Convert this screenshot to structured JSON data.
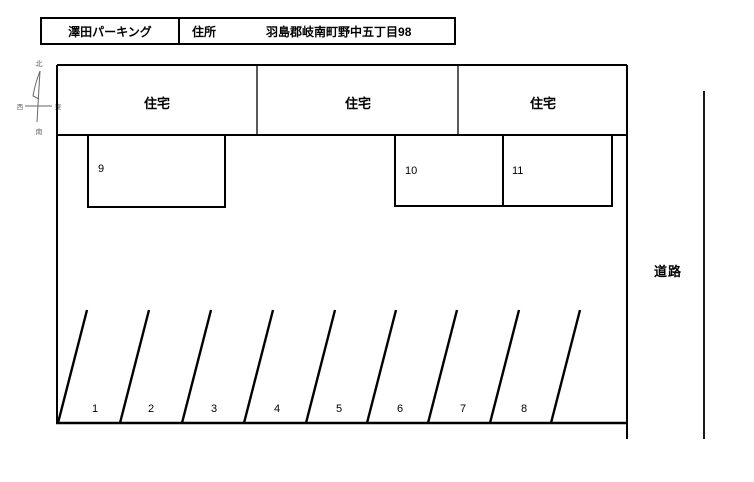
{
  "header": {
    "name": "澤田パーキング",
    "address_label": "住所",
    "address": "羽島郡岐南町野中五丁目98"
  },
  "compass": {
    "north": "北",
    "south": "南",
    "west": "西",
    "east": "東"
  },
  "map": {
    "houses": [
      {
        "label": "住宅"
      },
      {
        "label": "住宅"
      },
      {
        "label": "住宅"
      }
    ],
    "upper_spaces": [
      {
        "number": "9"
      },
      {
        "number": "10"
      },
      {
        "number": "11"
      }
    ],
    "lower_spaces": [
      {
        "number": "1"
      },
      {
        "number": "2"
      },
      {
        "number": "3"
      },
      {
        "number": "4"
      },
      {
        "number": "5"
      },
      {
        "number": "6"
      },
      {
        "number": "7"
      },
      {
        "number": "8"
      }
    ],
    "road_label": "道路"
  },
  "colors": {
    "line": "#000000",
    "compass": "#666666",
    "background": "#ffffff"
  }
}
